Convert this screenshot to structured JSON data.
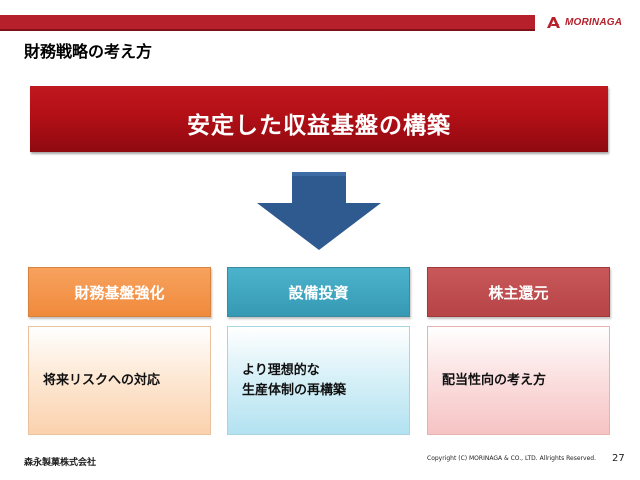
{
  "header": {
    "brand": "MORINAGA",
    "page_title": "財務戦略の考え方"
  },
  "banner": {
    "text": "安定した収益基盤の構築"
  },
  "columns": [
    {
      "header": "財務基盤強化",
      "body": "将来リスクへの対応",
      "color": "#f08a3c"
    },
    {
      "header": "設備投資",
      "body": "より理想的な\n生産体制の再構築",
      "color": "#3599b4"
    },
    {
      "header": "株主還元",
      "body": "配当性向の考え方",
      "color": "#b74446"
    }
  ],
  "footer": {
    "company": "森永製菓株式会社",
    "copyright": "Copyright (C) MORINAGA & CO., LTD. Allrights Reserved.",
    "page_number": "27"
  },
  "colors": {
    "brand_red": "#b5202b",
    "arrow_blue": "#2e5a8f"
  },
  "icons": {
    "logo": "morinaga-angel-logo-icon",
    "arrow": "down-arrow-icon"
  }
}
